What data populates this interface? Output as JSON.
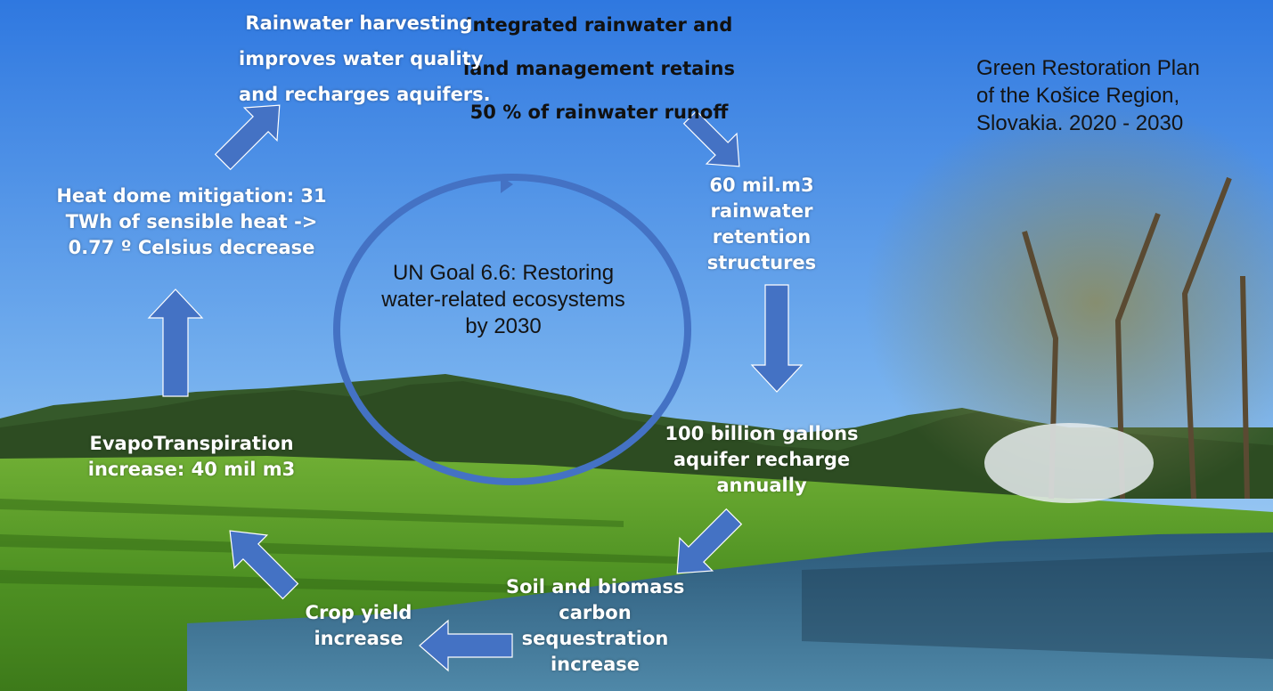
{
  "plan_title": [
    "Green Restoration Plan",
    "of the Košice Region,",
    "Slovakia. 2020 - 2030"
  ],
  "center_goal": [
    "UN Goal 6.6: Restoring",
    "water-related ecosystems",
    "by 2030"
  ],
  "cycle_steps": [
    {
      "id": "rainwater-retention",
      "lines": [
        "Integrated rainwater and",
        "land management retains",
        "50 % of rainwater runoff"
      ]
    },
    {
      "id": "retention-structures",
      "lines": [
        "60 mil.m3",
        "rainwater",
        "retention",
        "structures"
      ]
    },
    {
      "id": "aquifer-recharge",
      "lines": [
        "100 billion gallons",
        "aquifer recharge",
        "annually"
      ]
    },
    {
      "id": "carbon-sequestration",
      "lines": [
        "Soil and biomass",
        "carbon",
        "sequestration",
        "increase"
      ]
    },
    {
      "id": "crop-yield",
      "lines": [
        "Crop yield",
        "increase"
      ]
    },
    {
      "id": "evapotranspiration",
      "lines": [
        "EvapoTranspiration",
        "increase: 40 mil m3"
      ]
    },
    {
      "id": "heat-dome",
      "lines": [
        "Heat dome mitigation: 31",
        "TWh of sensible heat ->",
        "0.77 º Celsius decrease"
      ]
    },
    {
      "id": "rainwater-harvesting",
      "lines": [
        "Rainwater harvesting",
        "improves water quality",
        "and recharges aquifers."
      ]
    }
  ],
  "colors": {
    "arrow": "#4472C4",
    "ring": "#4472C4",
    "sky": "#3d86e8",
    "grass": "#5a9a28",
    "water": "#3c6e8c"
  }
}
